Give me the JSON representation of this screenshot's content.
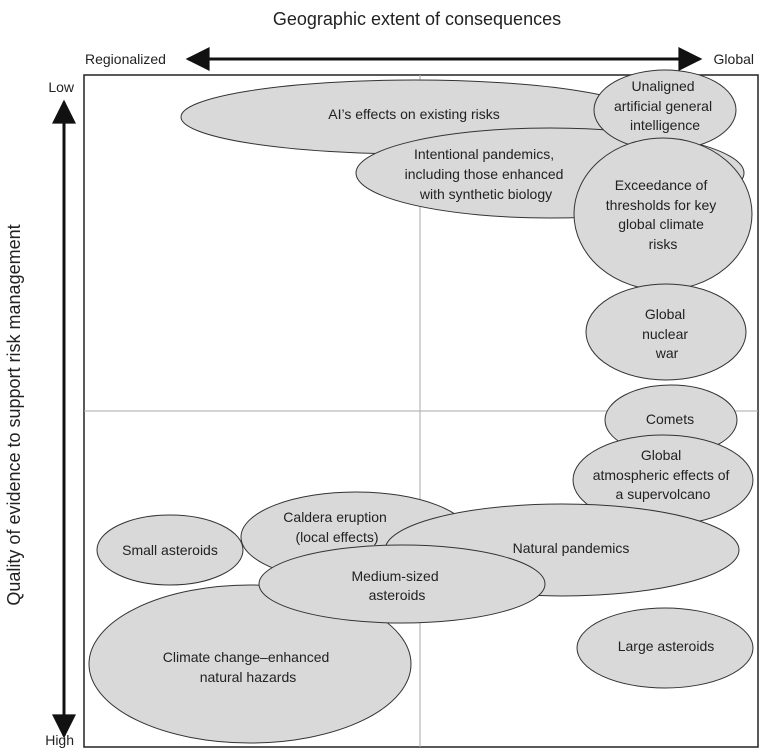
{
  "title": "Geographic extent of consequences",
  "x_axis": {
    "left_label": "Regionalized",
    "right_label": "Global"
  },
  "y_axis": {
    "label": "Quality of evidence to support risk management",
    "top_label": "Low",
    "bottom_label": "High"
  },
  "risks": [
    {
      "id": "ai-effects",
      "lines": [
        "AI’s effects on existing risks"
      ]
    },
    {
      "id": "intentional-pandemics",
      "lines": [
        "Intentional pandemics,",
        "including those enhanced",
        "with synthetic biology"
      ]
    },
    {
      "id": "unaligned-agi",
      "lines": [
        "Unaligned",
        "artificial general",
        "intelligence"
      ]
    },
    {
      "id": "climate-thresholds",
      "lines": [
        "Exceedance of",
        "thresholds for key",
        "global climate",
        "risks"
      ]
    },
    {
      "id": "nuclear-war",
      "lines": [
        "Global",
        "nuclear",
        "war"
      ]
    },
    {
      "id": "comets",
      "lines": [
        "Comets"
      ]
    },
    {
      "id": "supervolcano",
      "lines": [
        "Global",
        "atmospheric effects of",
        "a supervolcano"
      ]
    },
    {
      "id": "small-asteroids",
      "lines": [
        "Small asteroids"
      ]
    },
    {
      "id": "caldera",
      "lines": [
        "Caldera eruption",
        "(local effects)"
      ]
    },
    {
      "id": "natural-pandemics",
      "lines": [
        "Natural pandemics"
      ]
    },
    {
      "id": "medium-asteroids",
      "lines": [
        "Medium-sized",
        "asteroids"
      ]
    },
    {
      "id": "climate-hazards",
      "lines": [
        "Climate change–enhanced",
        "natural hazards"
      ]
    },
    {
      "id": "large-asteroids",
      "lines": [
        "Large asteroids"
      ]
    }
  ]
}
